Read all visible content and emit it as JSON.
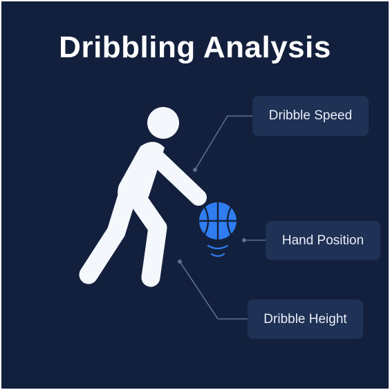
{
  "title": "Dribbling Analysis",
  "labels": {
    "speed": "Dribble Speed",
    "hand": "Hand Position",
    "height": "Dribble Height"
  },
  "colors": {
    "background": "#13203d",
    "figure": "#f4f7fc",
    "ball": "#2f7df0",
    "connector": "#5c6f90",
    "label_box": "#1f3154"
  },
  "icons": [
    "person-dribbling-icon",
    "basketball-icon",
    "bounce-arcs-icon"
  ]
}
